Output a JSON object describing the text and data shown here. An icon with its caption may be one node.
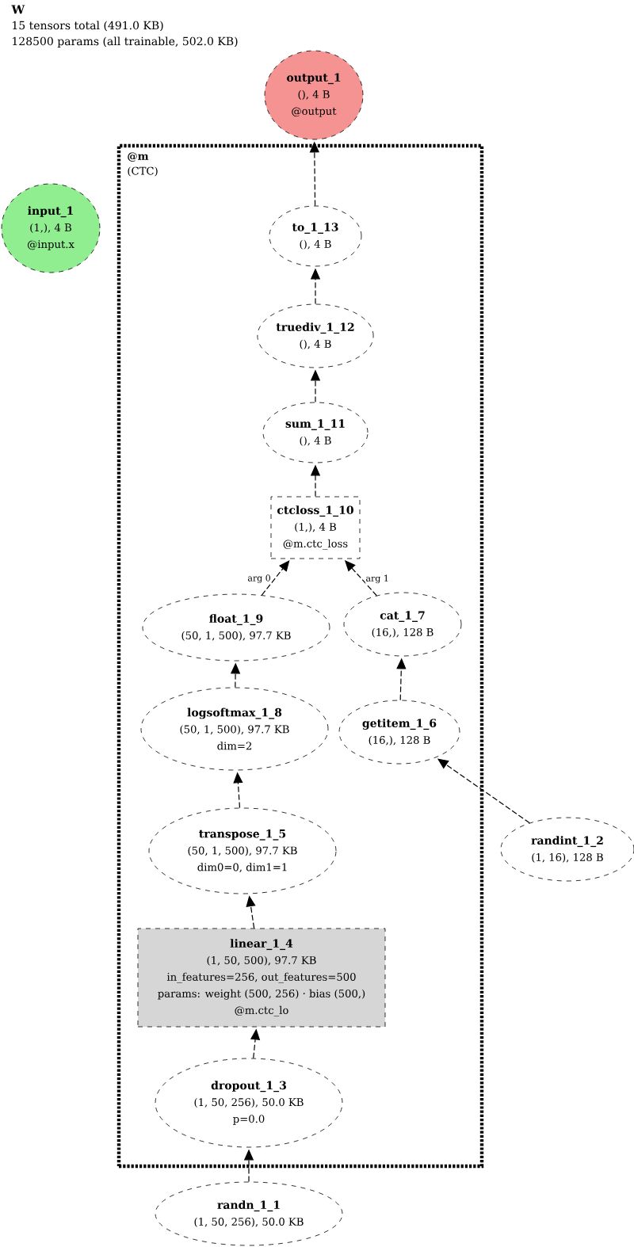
{
  "diagram": {
    "title": "W",
    "nodes": [
      {
        "text": [
          "output_1",
          "(), 4 B",
          "@output"
        ]
      },
      {
        "text": [
          "@m",
          "(CTC)"
        ]
      },
      {
        "text": [
          "input_1",
          "(1,), 4 B",
          "@input.x"
        ]
      },
      {
        "text": [
          "to_1_13",
          "(), 4 B"
        ],
        "in": 1
      },
      {
        "text": [
          "truediv_1_12",
          "(), 4 B"
        ],
        "in": 1
      },
      {
        "text": [
          "sum_1_11",
          "(), 4 B"
        ],
        "in": 1
      },
      {
        "text": [
          "ctcloss_1_10",
          "(1,), 4 B",
          "@m.ctc_loss"
        ],
        "in": 1
      },
      {
        "text": [
          "float_1_9",
          "(50, 1, 500), 97.7 KB"
        ],
        "in": 1
      },
      {
        "text": [
          "cat_1_7",
          "(16,), 128 B"
        ],
        "in": 1
      },
      {
        "text": [
          "logsoftmax_1_8",
          "(50, 1, 500), 97.7 KB",
          "dim=2"
        ],
        "in": 1
      },
      {
        "text": [
          "getitem_1_6",
          "(16,), 128 B"
        ],
        "in": 1
      },
      {
        "text": [
          "transpose_1_5",
          "(50, 1, 500), 97.7 KB",
          "dim0=0, dim1=1"
        ],
        "in": 1
      },
      {
        "text": [
          "randint_1_2",
          "(1, 16), 128 B"
        ]
      },
      {
        "text": [
          "linear_1_4",
          "(1, 50, 500), 97.7 KB",
          "in_features=256, out_features=500",
          "params: weight (500, 256) · bias (500,)",
          "@m.ctc_lo"
        ],
        "in": 1
      },
      {
        "text": [
          "dropout_1_3",
          "(1, 50, 256), 50.0 KB",
          "p=0.0"
        ],
        "in": 1
      },
      {
        "text": [
          "randn_1_1",
          "(1, 50, 256), 50.0 KB"
        ]
      }
    ],
    "edges": [
      {
        "from": 3,
        "to": 0,
        "arrow": "to"
      },
      {
        "from": 4,
        "to": 3,
        "arrow": "to"
      },
      {
        "from": 5,
        "to": 4,
        "arrow": "to"
      },
      {
        "from": 6,
        "to": 5,
        "arrow": "to"
      },
      {
        "from": 7,
        "to": 6,
        "arrow": "to",
        "label": "arg 0"
      },
      {
        "from": 8,
        "to": 6,
        "arrow": "to",
        "label": "arg 1"
      },
      {
        "from": 9,
        "to": 7,
        "arrow": "to"
      },
      {
        "from": 10,
        "to": 8,
        "arrow": "to"
      },
      {
        "from": 12,
        "to": 10,
        "arrow": "to"
      },
      {
        "from": 11,
        "to": 9,
        "arrow": "to"
      },
      {
        "from": 13,
        "to": 11,
        "arrow": "to"
      },
      {
        "from": 14,
        "to": 13,
        "arrow": "to"
      },
      {
        "from": 15,
        "to": 14,
        "arrow": "to"
      }
    ],
    "labels": [
      "15 tensors total (491.0 KB)",
      "128500 params (all trainable, 502.0 KB)"
    ]
  }
}
